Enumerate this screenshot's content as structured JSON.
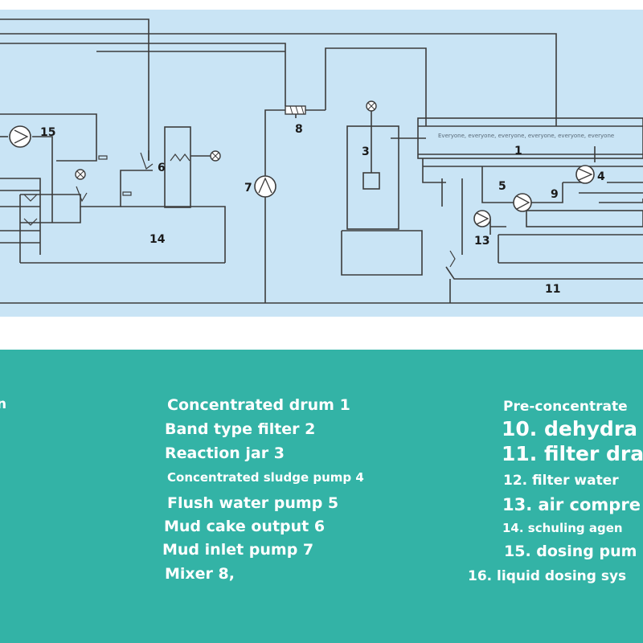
{
  "diagram": {
    "numbers": {
      "n1": "1",
      "n3": "3",
      "n4": "4",
      "n5": "5",
      "n6": "6",
      "n7": "7",
      "n8": "8",
      "n9": "9",
      "n11": "11",
      "n13": "13",
      "n14": "14",
      "n15": "15"
    },
    "watermark": "Everyone, everyone, everyone, everyone, everyone, everyone"
  },
  "legend": {
    "left_partial": "n",
    "col1": [
      "Concentrated drum 1",
      "Band type filter 2",
      "Reaction jar 3",
      "Concentrated sludge pump 4",
      "Flush water pump 5",
      "Mud cake output 6",
      "Mud inlet pump 7",
      "Mixer 8,"
    ],
    "col2": [
      "Pre-concentrate",
      "10. dehydra",
      "11. filter dra",
      "12. filter water",
      "13. air compre",
      "14. schuling agen",
      "15. dosing pum",
      "16. liquid dosing sys"
    ]
  },
  "colors": {
    "diagram_bg": "#c9e4f5",
    "legend_bg": "#33b3a6",
    "line": "#3c3c3c",
    "legend_text": "#ffffff"
  }
}
